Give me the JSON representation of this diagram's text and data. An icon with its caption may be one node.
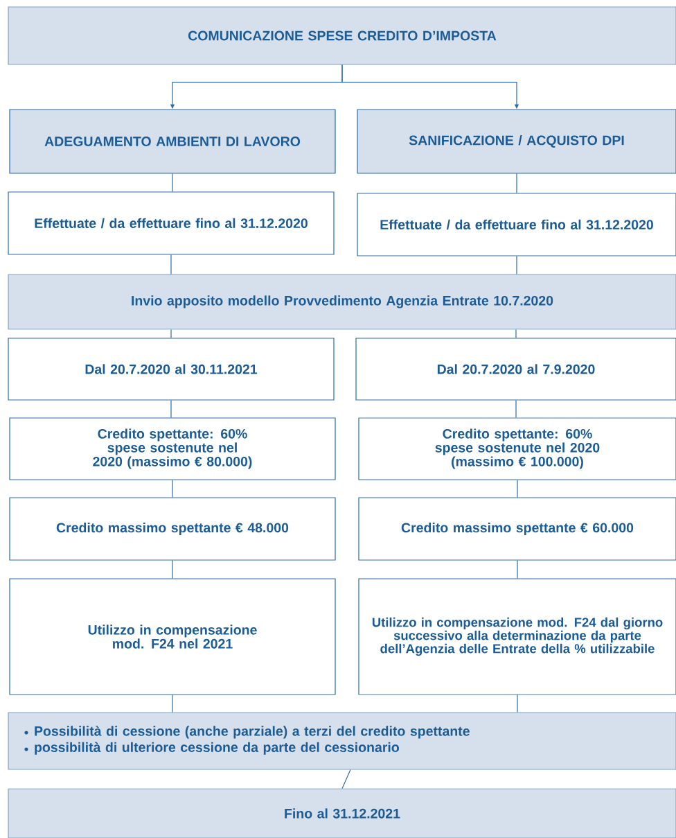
{
  "diagram": {
    "nodes": [
      {
        "text": [
          "COMUNICAZIONE SPESE CREDITO D’IMPOSTA"
        ]
      },
      {
        "text": [
          "ADEGUAMENTO AMBIENTI DI LAVORO"
        ]
      },
      {
        "text": [
          "SANIFICAZIONE / ACQUISTO DPI"
        ]
      },
      {
        "text": [
          "Effettuate / da effettuare fino al 31.12.2020"
        ]
      },
      {
        "text": [
          "Effettuate / da effettuare fino al 31.12.2020"
        ]
      },
      {
        "text": [
          "Invio apposito modello Provvedimento Agenzia Entrate 10.7.2020"
        ]
      },
      {
        "text": [
          "Dal 20.7.2020 al 30.11.2021"
        ]
      },
      {
        "text": [
          "Dal 20.7.2020 al 7.9.2020"
        ]
      },
      {
        "text": [
          "Credito spettante: 60% spese sostenute nel 2020 (massimo € 80.000)"
        ]
      },
      {
        "text": [
          "Credito spettante: 60% spese sostenute nel 2020 (massimo € 100.000)"
        ]
      },
      {
        "text": [
          "Credito massimo spettante € 48.000"
        ]
      },
      {
        "text": [
          "Credito massimo spettante € 60.000"
        ]
      },
      {
        "text": [
          "Utilizzo in compensazione mod. F24 nel 2021"
        ]
      },
      {
        "text": [
          "Utilizzo in compensazione mod. F24 dal giorno successivo alla determinazione da parte dell’Agenzia delle Entrate della % utilizzabile"
        ]
      },
      {
        "text": [
          "Possibilità di cessione (anche parziale) a terzi del credito spettante",
          "possibilità di ulteriore cessione da parte del cessionario"
        ]
      },
      {
        "text": [
          "Fino al 31.12.2021"
        ]
      }
    ],
    "edges": [
      {
        "from": 0,
        "to": 1,
        "arrow": "to"
      },
      {
        "from": 0,
        "to": 2,
        "arrow": "to"
      },
      {
        "from": 1,
        "to": 3,
        "arrow": "none"
      },
      {
        "from": 2,
        "to": 4,
        "arrow": "none"
      },
      {
        "from": 3,
        "to": 5,
        "arrow": "none"
      },
      {
        "from": 4,
        "to": 5,
        "arrow": "none"
      },
      {
        "from": 5,
        "to": 6,
        "arrow": "none"
      },
      {
        "from": 5,
        "to": 7,
        "arrow": "none"
      },
      {
        "from": 6,
        "to": 8,
        "arrow": "none"
      },
      {
        "from": 7,
        "to": 9,
        "arrow": "none"
      },
      {
        "from": 8,
        "to": 10,
        "arrow": "none"
      },
      {
        "from": 9,
        "to": 11,
        "arrow": "none"
      },
      {
        "from": 10,
        "to": 12,
        "arrow": "none"
      },
      {
        "from": 11,
        "to": 13,
        "arrow": "none"
      },
      {
        "from": 12,
        "to": 14,
        "arrow": "none"
      },
      {
        "from": 13,
        "to": 14,
        "arrow": "none"
      },
      {
        "from": 14,
        "to": 15,
        "arrow": "none"
      }
    ]
  }
}
